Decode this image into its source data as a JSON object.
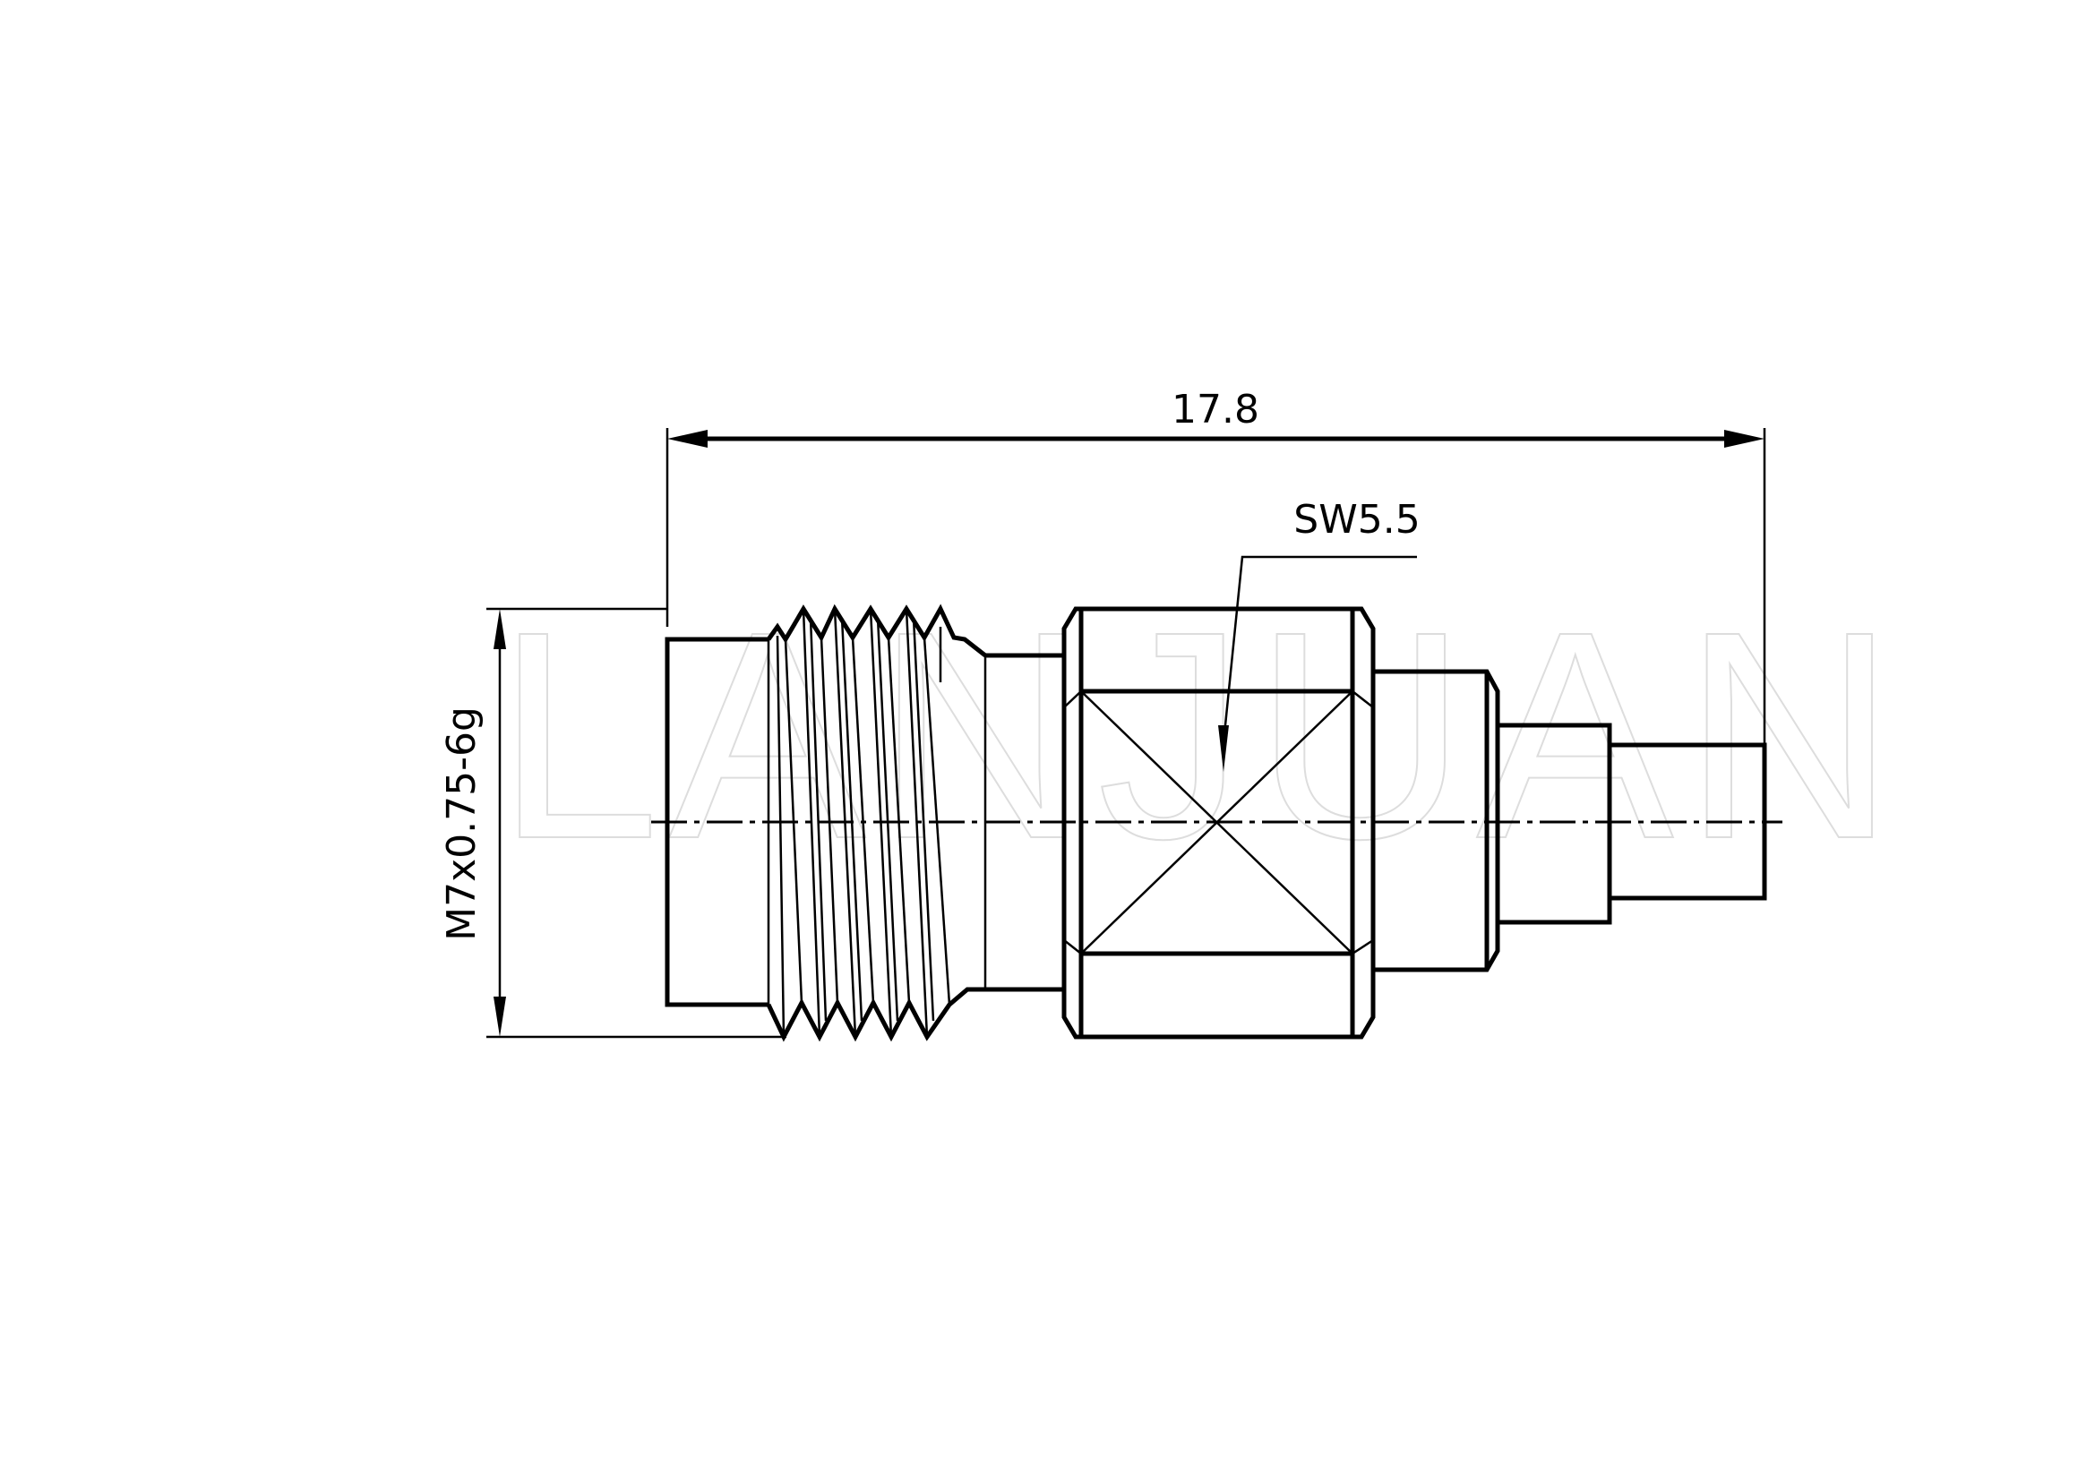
{
  "drawing": {
    "overall_length": "17.8",
    "wrench_size": "SW5.5",
    "thread_spec": "M7x0.75-6g",
    "watermark": "LANJUAN"
  }
}
